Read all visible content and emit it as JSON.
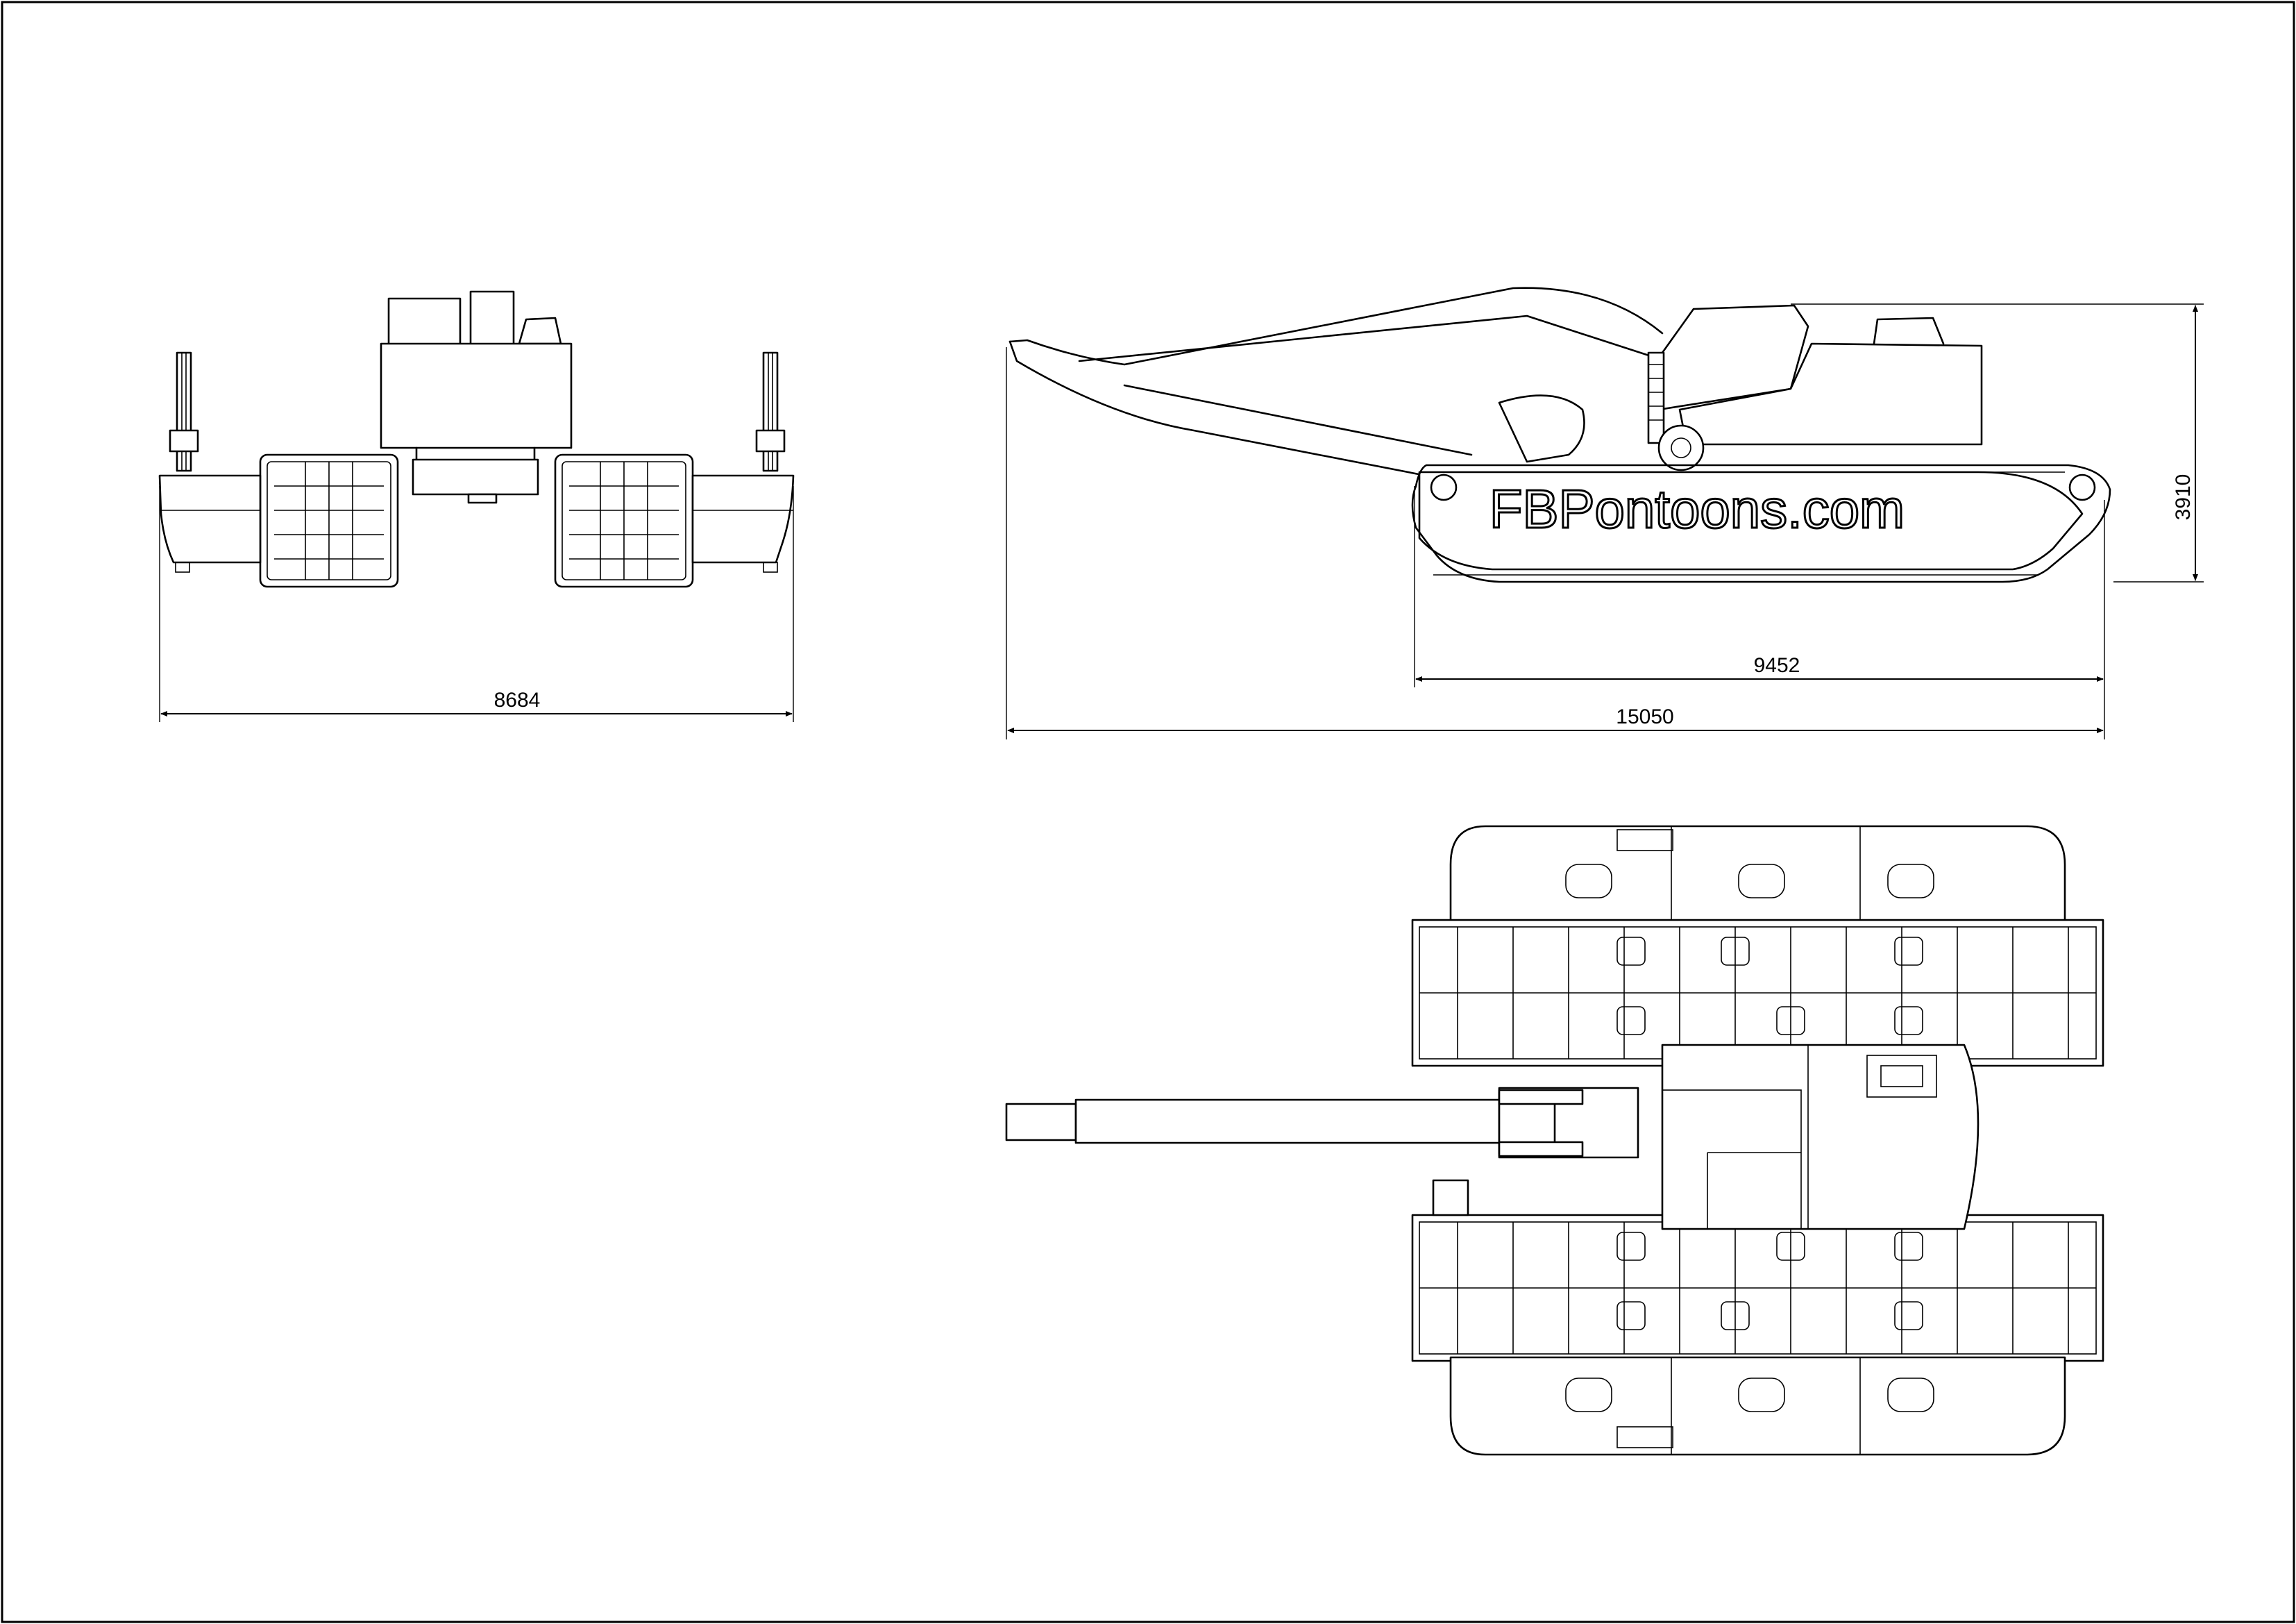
{
  "drawing": {
    "brand_text": "FBPontoons.com",
    "front_view": {
      "width_dim": "8684"
    },
    "side_view": {
      "track_length_dim": "9452",
      "overall_length_dim": "15050",
      "height_dim": "3910"
    },
    "top_view": {}
  }
}
